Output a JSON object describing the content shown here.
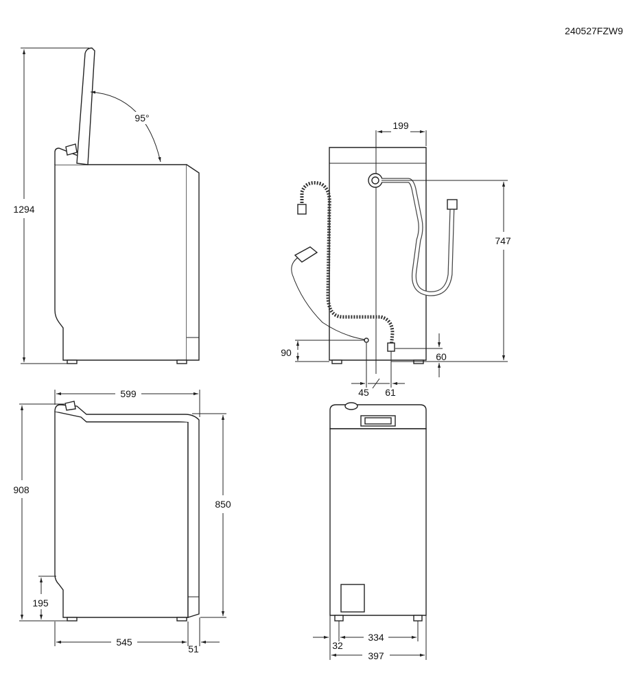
{
  "doc_code": "240527FZW9",
  "dims": {
    "total_height_open": "1294",
    "lid_angle": "95°",
    "top_width": "199",
    "inlet_height": "747",
    "drain_height": "90",
    "bottom_offset": "60",
    "offset_left": "45",
    "offset_right": "61",
    "depth_top": "599",
    "height_total": "908",
    "height_body": "850",
    "plinth_height": "195",
    "depth_base": "545",
    "depth_rear": "51",
    "feet_spacing": "334",
    "foot_offset": "32",
    "width": "397"
  }
}
